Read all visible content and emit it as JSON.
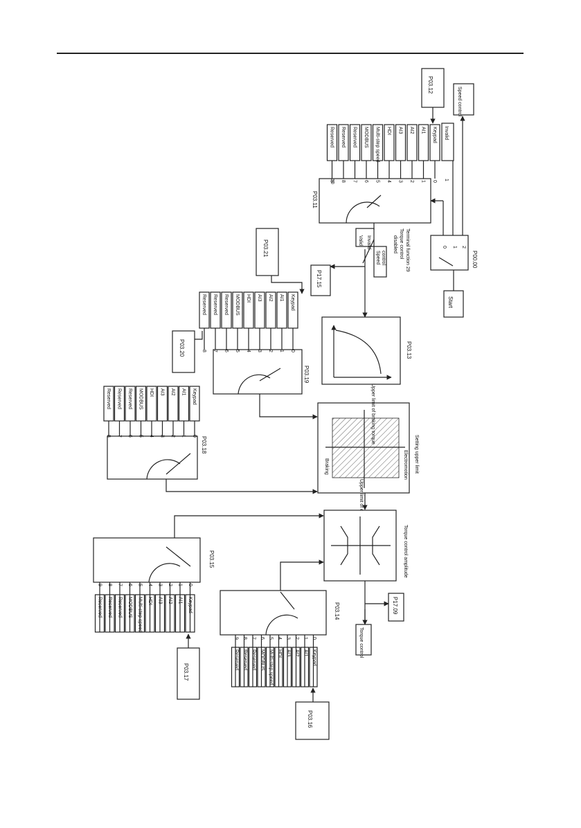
{
  "p00_00": {
    "label": "P00.00",
    "pos0": "0",
    "pos1": "1",
    "pos2": "2"
  },
  "start_label": "Start",
  "speed_control_label": "Speed control",
  "p03_12": "P03.12",
  "p03_11": {
    "label": "P03.11",
    "items": [
      "Keypad",
      "AI1",
      "AI2",
      "AI3",
      "HDI",
      "Multi-step speed",
      "MODBUS",
      "Reserved",
      "Reserved",
      "Reserved"
    ],
    "nums": [
      "0",
      "1",
      "2",
      "3",
      "4",
      "5",
      "6",
      "7",
      "8",
      "9"
    ],
    "extra_num": "10",
    "invalid": "Invalid",
    "invalid_num": "1"
  },
  "terminal": {
    "line1": "Terminal function 29",
    "line2": "Torque control",
    "line3": "disabled",
    "valid": "Valid",
    "speed": "Speed",
    "control": "control",
    "invalid": "Invalid"
  },
  "p17_15": "P17.15",
  "p03_21": "P03.21",
  "p03_19": {
    "label": "P03.19",
    "items": [
      "Keypad",
      "AI1",
      "AI2",
      "AI3",
      "HDI",
      "MODBUS",
      "Reserved",
      "Reserved",
      "Reserved"
    ],
    "nums": [
      "0",
      "1",
      "2",
      "3",
      "4",
      "5",
      "6",
      "7",
      "8"
    ]
  },
  "p03_20": "P03.20",
  "p03_13": "P03.13",
  "p03_18": {
    "label": "P03.18",
    "items": [
      "Keypad",
      "AI1",
      "AI2",
      "AI3",
      "HDI",
      "MODBUS",
      "Reserved",
      "Reserved",
      "Reserved"
    ],
    "nums": [
      "0",
      "1",
      "2",
      "3",
      "4",
      "5",
      "6",
      "7",
      "8"
    ]
  },
  "quad": {
    "upper_braking": "Upper limit of braking torque",
    "setting_upper": "Setting upper limit",
    "electromotion": "Electromotion",
    "braking": "Braking",
    "upper_electromotion": "Upper limit of electromotion torque"
  },
  "torque_amp": "Torque control amplitude",
  "p03_15": {
    "label": "P03.15",
    "items": [
      "Keypad",
      "AI1",
      "AI2",
      "AI3",
      "HDI",
      "Multi-step speed",
      "MODBUS",
      "Reserved",
      "Reserved",
      "Reserved"
    ],
    "nums": [
      "0",
      "1",
      "2",
      "3",
      "4",
      "5",
      "6",
      "7",
      "8",
      "9"
    ]
  },
  "p03_17": "P03.17",
  "p03_14": {
    "label": "P03.14",
    "items": [
      "Keypad",
      "AI1",
      "AI2",
      "AI3",
      "HDI",
      "Multi-step speed",
      "MODBUS",
      "Reserved",
      "Reserved",
      "Reserved"
    ],
    "nums": [
      "0",
      "1",
      "2",
      "3",
      "4",
      "5",
      "6",
      "7",
      "8",
      "9"
    ]
  },
  "p03_16": "P03.16",
  "p17_09": "P17.09",
  "torque_control": "Torque control"
}
